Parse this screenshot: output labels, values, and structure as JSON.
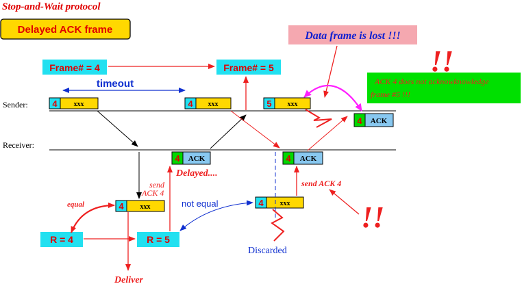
{
  "title": "Stop-and-Wait protocol",
  "subtitle_box": "Delayed ACK frame",
  "lost_banner": "Data frame is lost !!!",
  "top_frames": {
    "left": "Frame# = 4",
    "right": "Frame# = 5"
  },
  "timeout_label": "timeout",
  "timeline_labels": {
    "sender": "Sender:",
    "receiver": "Receiver:"
  },
  "sender_frames": [
    {
      "num": "4",
      "payload": "xxx"
    },
    {
      "num": "4",
      "payload": "xxx"
    },
    {
      "num": "5",
      "payload": "xxx"
    }
  ],
  "sender_ack": {
    "num": "4",
    "label": "ACK"
  },
  "receiver_acks": [
    {
      "num": "4",
      "label": "ACK"
    },
    {
      "num": "4",
      "label": "ACK"
    }
  ],
  "receiver_frames": [
    {
      "num": "4",
      "payload": "xxx"
    },
    {
      "num": "4",
      "payload": "xxx"
    }
  ],
  "state_boxes": {
    "r4": "R = 4",
    "r5": "R = 5"
  },
  "labels": {
    "delayed": "Delayed....",
    "send_ack_left_1": "send",
    "send_ack_left_2": "ACK 4",
    "send_ack_right": "send ACK 4",
    "equal": "equal",
    "not_equal": "not equal",
    "discarded": "Discarded",
    "deliver": "Deliver"
  },
  "note": {
    "line1": "ACK 4 does not acknowknowledge",
    "line2": "frame #5 !!!"
  },
  "exclaim_big": "!!",
  "colors": {
    "title_red": "#e00000",
    "yellow": "#ffd800",
    "cyan": "#22e0f0",
    "green": "#00d800",
    "banner_pink": "#f5a8b0",
    "banner_blue_text": "#1020d0",
    "ack_blue": "#88c8f0",
    "arrow_red": "#ee2020",
    "arrow_blue": "#1030d0",
    "magenta": "#ff20ff"
  }
}
